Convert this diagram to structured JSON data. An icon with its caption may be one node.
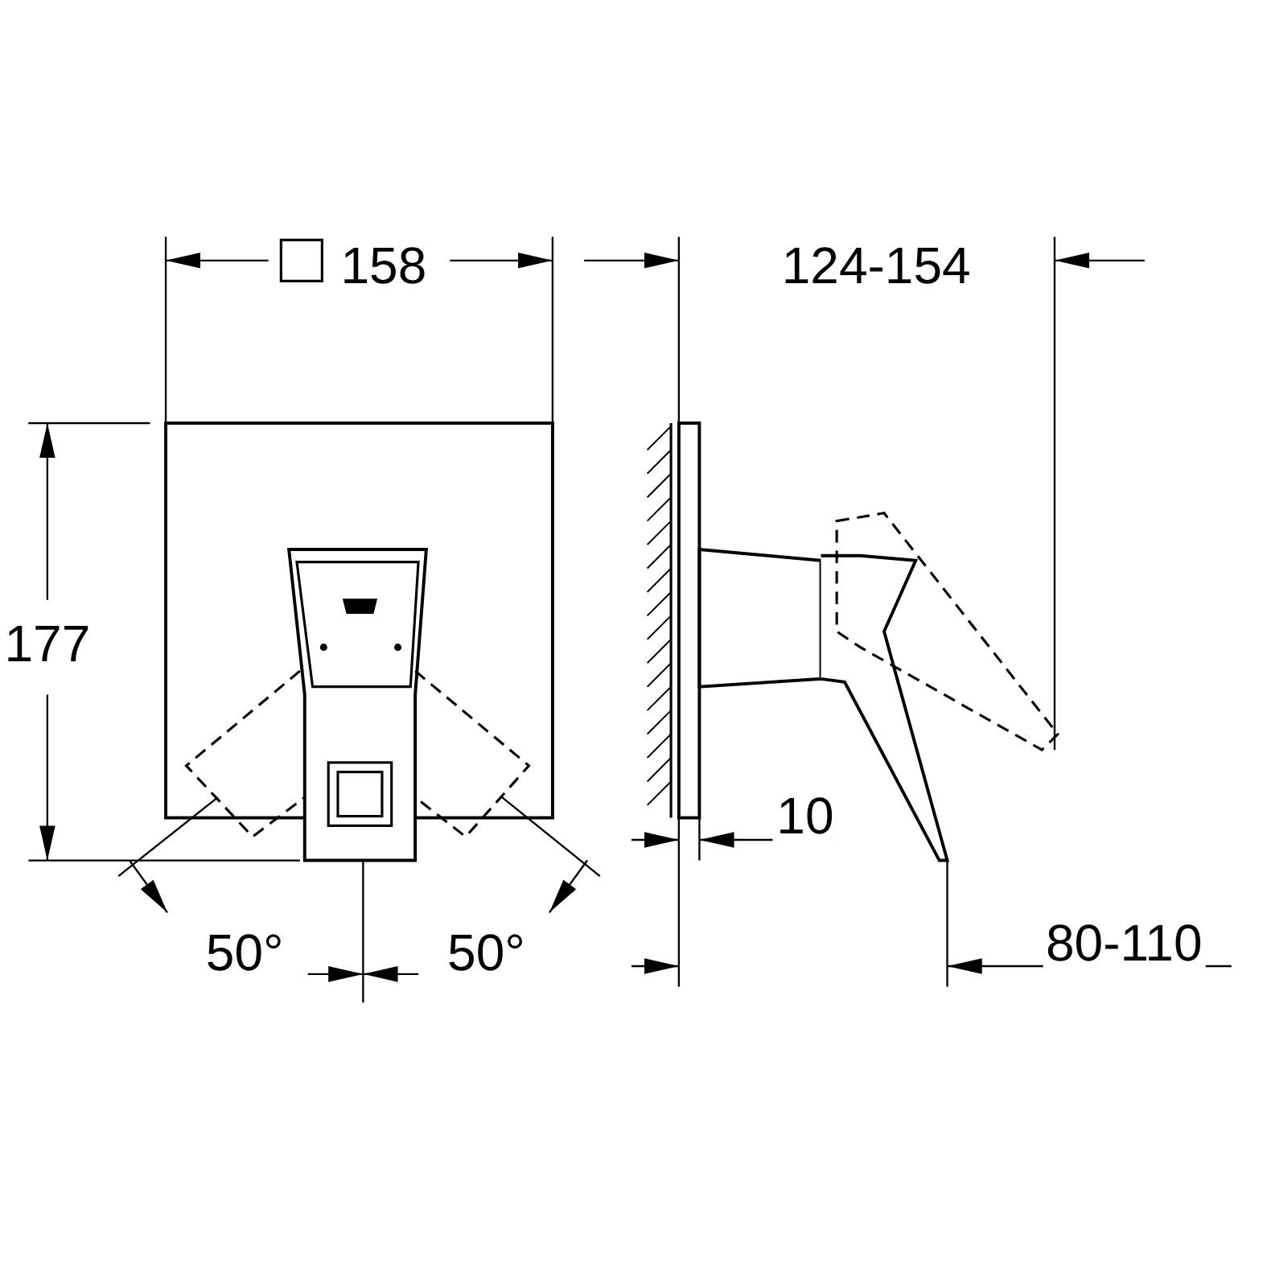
{
  "diagram": {
    "labels": [
      "158",
      "124-154",
      "177",
      "10",
      "50°",
      "50°",
      "80-110"
    ]
  }
}
